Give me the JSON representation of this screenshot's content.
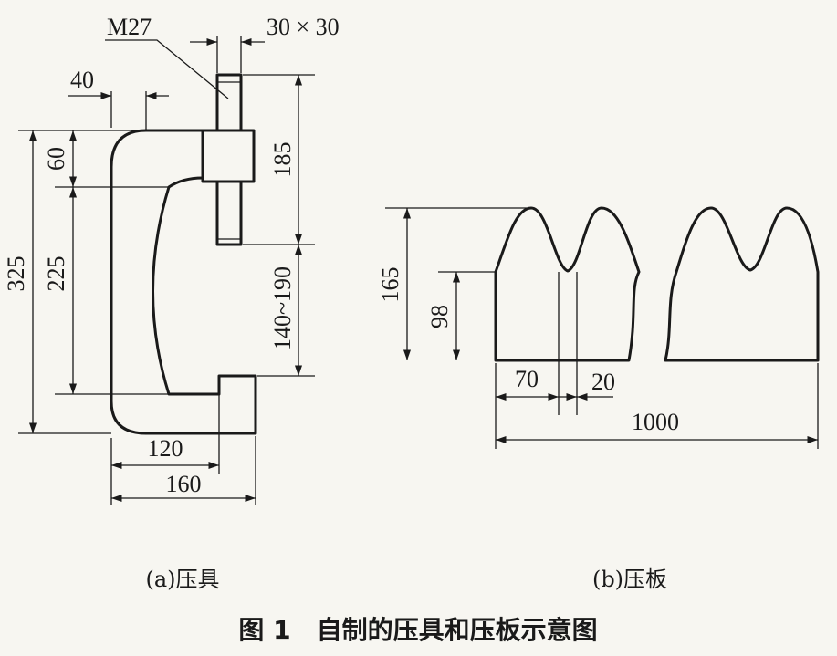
{
  "clamp": {
    "thread_label": "M27",
    "square_label": "30 × 30",
    "dim_top_offset": "40",
    "dim_top_height": "60",
    "dim_total_height": "325",
    "dim_inner_height": "225",
    "dim_screw_height": "185",
    "dim_opening_range": "140~190",
    "dim_jaw_width": "120",
    "dim_total_width": "160",
    "caption": "(a)压具"
  },
  "plate": {
    "dim_height_total": "165",
    "dim_height_base": "98",
    "dim_tooth_spacing": "70",
    "dim_gap": "20",
    "dim_length": "1000",
    "caption": "(b)压板"
  },
  "figure_title": "图 1　自制的压具和压板示意图"
}
